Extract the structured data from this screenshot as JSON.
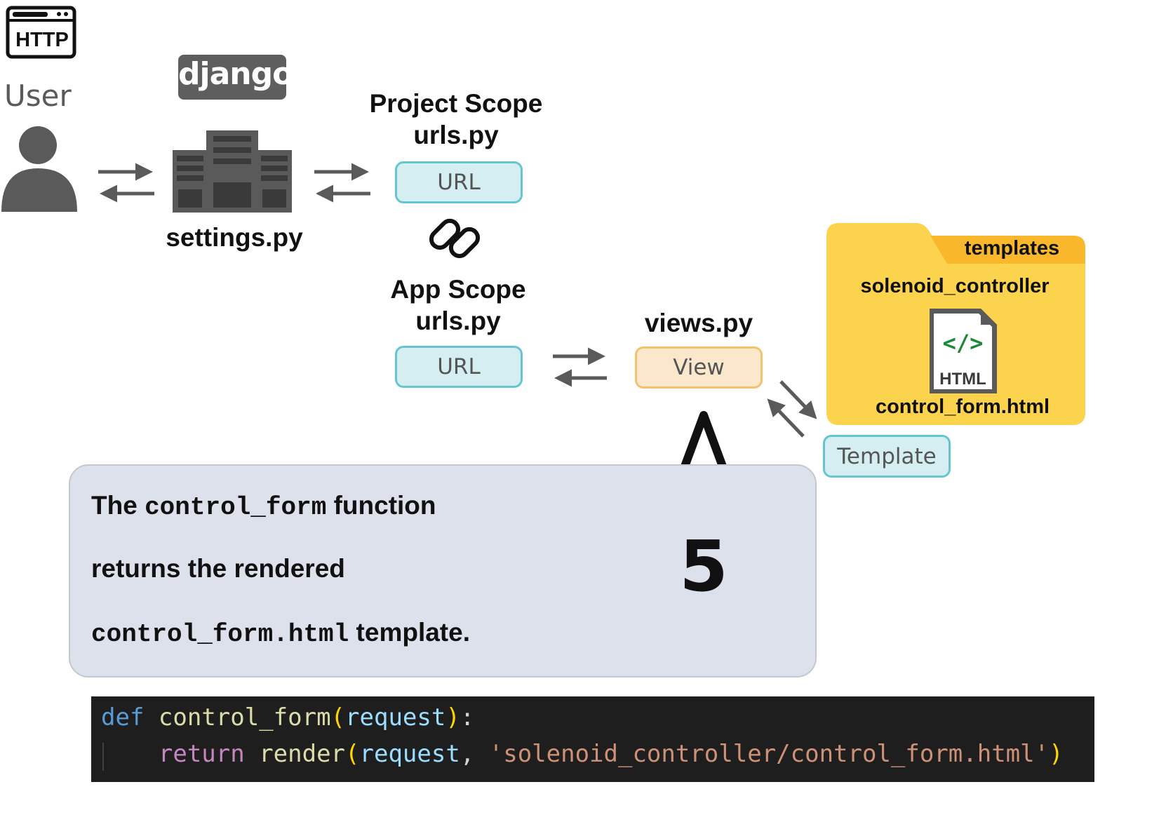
{
  "http_badge": "HTTP",
  "user_label": "User",
  "django_logo": "django",
  "settings_label": "settings.py",
  "project_scope": {
    "title": "Project Scope",
    "file": "urls.py",
    "box": "URL"
  },
  "app_scope": {
    "title": "App Scope",
    "file": "urls.py",
    "box": "URL"
  },
  "views": {
    "file": "views.py",
    "box": "View"
  },
  "template_box": "Template",
  "folder": {
    "tab": "templates",
    "subfolder": "solenoid_controller",
    "file_icon_code": "</>",
    "file_icon_type": "HTML",
    "filename": "control_form.html",
    "color": "#fcd34d",
    "tab_color": "#f9b82b"
  },
  "step": {
    "number": "5"
  },
  "callout": {
    "line1_prefix": "The ",
    "line1_code": "control_form",
    "line1_suffix": " function",
    "line2": "returns the rendered",
    "line3_code": "control_form.html",
    "line3_suffix": " template."
  },
  "code": {
    "line1": {
      "kw": "def",
      "fn": "control_form",
      "open": "(",
      "param": "request",
      "close": ")",
      "colon": ":"
    },
    "line2": {
      "kw": "return",
      "fn": "render",
      "open": "(",
      "param": "request",
      "comma": ", ",
      "str": "'solenoid_controller/control_form.html'",
      "close": ")"
    }
  },
  "icons": [
    "http-icon",
    "user-icon",
    "server-icon",
    "link-icon",
    "html-file-icon",
    "arrows-icon"
  ]
}
